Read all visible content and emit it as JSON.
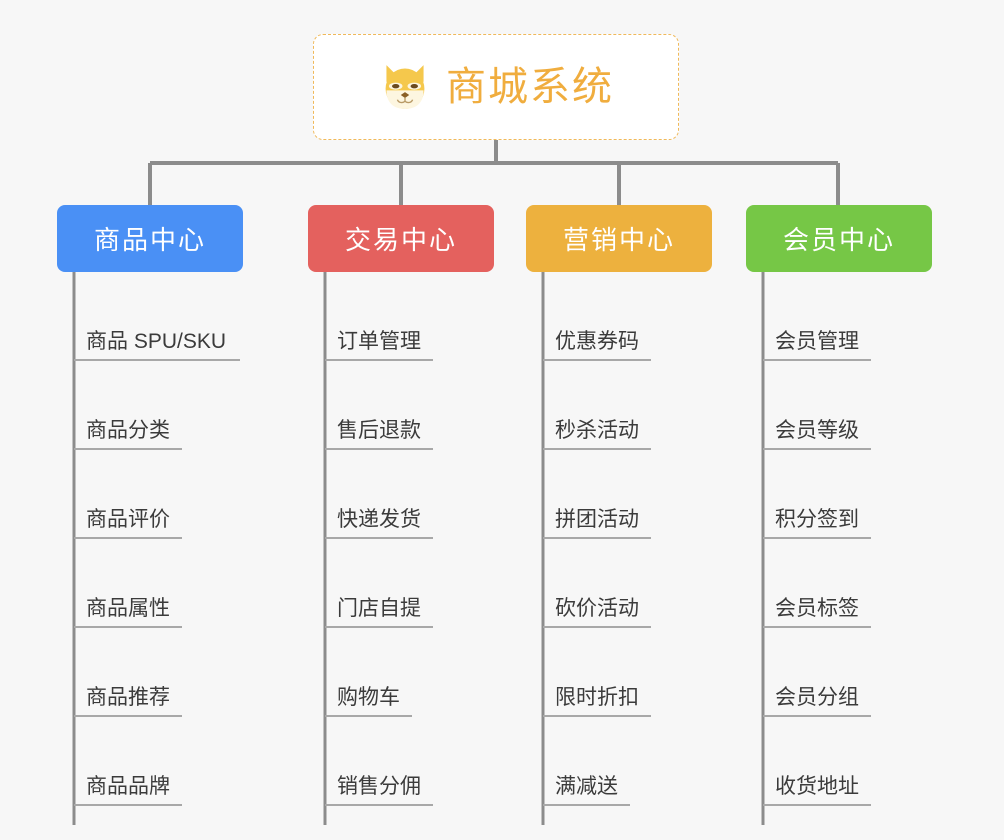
{
  "diagram": {
    "background_color": "#f7f7f7",
    "root": {
      "title": "商城系统",
      "icon": "shiba-dog-face-icon",
      "text_color": "#f0ad3e",
      "border_color": "#f0b95a",
      "background_color": "#ffffff"
    },
    "connector_color": "#8c8c8c",
    "leaf_underline_color": "#a8a8a8",
    "leaf_text_color": "#3b3b3b",
    "categories": [
      {
        "label": "商品中心",
        "color": "#4a90f5",
        "items": [
          "商品 SPU/SKU",
          "商品分类",
          "商品评价",
          "商品属性",
          "商品推荐",
          "商品品牌"
        ]
      },
      {
        "label": "交易中心",
        "color": "#e4615e",
        "items": [
          "订单管理",
          "售后退款",
          "快递发货",
          "门店自提",
          "购物车",
          "销售分佣"
        ]
      },
      {
        "label": "营销中心",
        "color": "#edb13e",
        "items": [
          "优惠券码",
          "秒杀活动",
          "拼团活动",
          "砍价活动",
          "限时折扣",
          "满减送"
        ]
      },
      {
        "label": "会员中心",
        "color": "#76c746",
        "items": [
          "会员管理",
          "会员等级",
          "积分签到",
          "会员标签",
          "会员分组",
          "收货地址"
        ]
      }
    ]
  }
}
